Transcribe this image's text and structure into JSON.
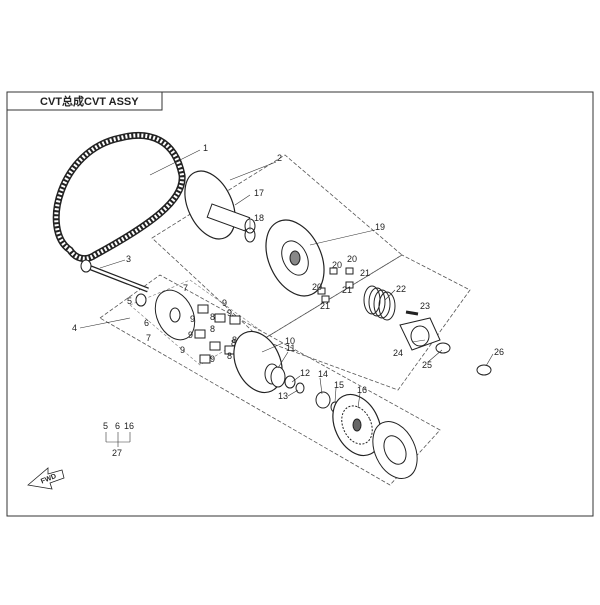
{
  "title": "CVT总成CVT ASSY",
  "fwd_label": "FWD",
  "callouts": [
    {
      "id": "1",
      "label": "1"
    },
    {
      "id": "2",
      "label": "2"
    },
    {
      "id": "3",
      "label": "3"
    },
    {
      "id": "4",
      "label": "4"
    },
    {
      "id": "5a",
      "label": "5"
    },
    {
      "id": "6",
      "label": "6"
    },
    {
      "id": "7a",
      "label": "7"
    },
    {
      "id": "7b",
      "label": "7"
    },
    {
      "id": "8a",
      "label": "8"
    },
    {
      "id": "8b",
      "label": "8"
    },
    {
      "id": "8c",
      "label": "8"
    },
    {
      "id": "8d",
      "label": "8"
    },
    {
      "id": "8e",
      "label": "8"
    },
    {
      "id": "9a",
      "label": "9"
    },
    {
      "id": "9b",
      "label": "9"
    },
    {
      "id": "9c",
      "label": "9"
    },
    {
      "id": "9d",
      "label": "9"
    },
    {
      "id": "9e",
      "label": "9"
    },
    {
      "id": "9f",
      "label": "9"
    },
    {
      "id": "10",
      "label": "10"
    },
    {
      "id": "11",
      "label": "11"
    },
    {
      "id": "12",
      "label": "12"
    },
    {
      "id": "13",
      "label": "13"
    },
    {
      "id": "14",
      "label": "14"
    },
    {
      "id": "15",
      "label": "15"
    },
    {
      "id": "16",
      "label": "16"
    },
    {
      "id": "17",
      "label": "17"
    },
    {
      "id": "18",
      "label": "18"
    },
    {
      "id": "19",
      "label": "19"
    },
    {
      "id": "20a",
      "label": "20"
    },
    {
      "id": "20b",
      "label": "20"
    },
    {
      "id": "20c",
      "label": "20"
    },
    {
      "id": "21a",
      "label": "21"
    },
    {
      "id": "21b",
      "label": "21"
    },
    {
      "id": "21c",
      "label": "21"
    },
    {
      "id": "22",
      "label": "22"
    },
    {
      "id": "23",
      "label": "23"
    },
    {
      "id": "24",
      "label": "24"
    },
    {
      "id": "25",
      "label": "25"
    },
    {
      "id": "26",
      "label": "26"
    }
  ],
  "legend": {
    "items": [
      "5",
      "6",
      "16"
    ],
    "total": "27"
  }
}
